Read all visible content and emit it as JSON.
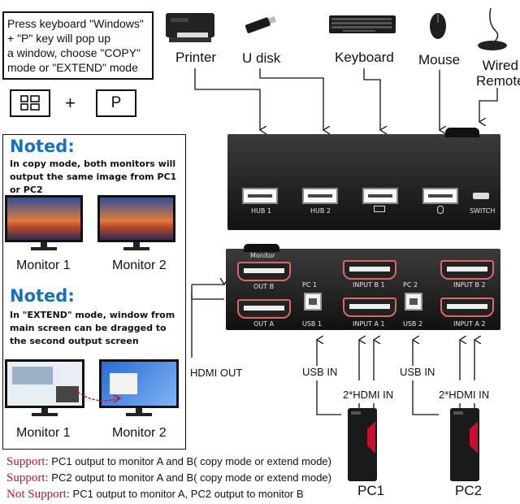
{
  "instruction_box": {
    "text_lines": [
      "Press keyboard \"Windows\"",
      "+ \"P\" key will pop up",
      "a window, choose \"COPY\"",
      "mode or \"EXTEND\" mode"
    ],
    "plus": "+",
    "p_key": "P"
  },
  "devices": {
    "printer": "Printer",
    "udisk": "U disk",
    "keyboard": "Keyboard",
    "mouse": "Mouse",
    "remote": "Wired\nRemote"
  },
  "noted1": {
    "title": "Noted:",
    "text": "In copy mode, both monitors will output the same image from PC1 or PC2",
    "monitor1": "Monitor 1",
    "monitor2": "Monitor 2"
  },
  "noted2": {
    "title": "Noted:",
    "text": "In \"EXTEND\" mode, window from main screen can be dragged to the second output screen",
    "monitor1": "Monitor 1",
    "monitor2": "Monitor 2"
  },
  "top_unit": {
    "ports": [
      "HUB 1",
      "HUB 2",
      "",
      "",
      "SWITCH"
    ]
  },
  "bottom_unit": {
    "monitor": "Monitor",
    "out_b": "OUT B",
    "out_a": "OUT A",
    "pc1": "PC 1",
    "pc2": "PC 2",
    "usb1": "USB 1",
    "usb2": "USB 2",
    "input_b1": "INPUT B 1",
    "input_a1": "INPUT A 1",
    "input_b2": "INPUT B 2",
    "input_a2": "INPUT A 2"
  },
  "labels": {
    "hdmi_out": "HDMI OUT",
    "usb_in_1": "USB IN",
    "usb_in_2": "USB IN",
    "hdmi_in_1": "2*HDMI IN",
    "hdmi_in_2": "2*HDMI IN",
    "pc1": "PC1",
    "pc2": "PC2"
  },
  "support_lines": [
    {
      "tag": "Support:",
      "text": " PC1 output to monitor A and B( copy mode or extend mode)"
    },
    {
      "tag": "Support:",
      "text": " PC2 output to monitor A and B( copy mode or extend mode)"
    },
    {
      "tag": "Not Support:",
      "text": " PC1 output to monitor A, PC2 output to monitor B"
    }
  ],
  "colors": {
    "noted_blue": "#1a6fbf",
    "support_red": "#c8102e",
    "device_black": "#1b1b1b"
  }
}
